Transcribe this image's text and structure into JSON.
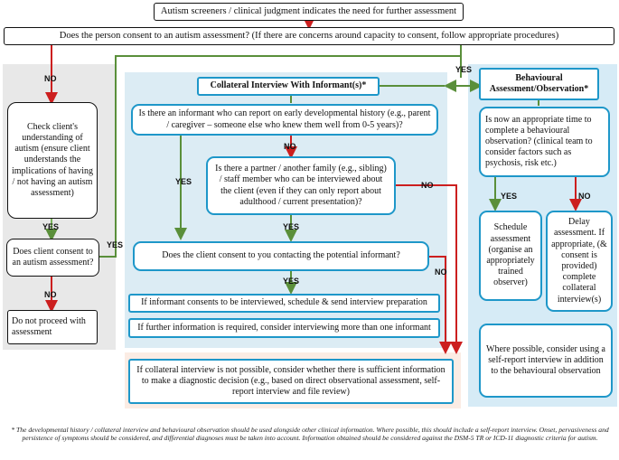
{
  "top_box": "Autism screeners / clinical judgment indicates the need for further assessment",
  "consent_box": "Does the person consent to an autism assessment? (If there are concerns around capacity to consent, follow appropriate procedures)",
  "left": {
    "check": "Check client's understanding of autism (ensure client understands the implications of having / not having an autism assessment)",
    "consent_again": "Does client consent to an autism assessment?",
    "stop": "Do not proceed with assessment"
  },
  "collateral": {
    "title": "Collateral Interview With Informant(s)*",
    "informant_q": "Is there an informant who can report on early developmental history (e.g., parent / caregiver – someone else who knew them well from 0-5 years)?",
    "partner_q": "Is there a partner / another family (e.g., sibling) / staff member who can be interviewed about the client (even if they can only report about adulthood / current presentation)?",
    "contact_q": "Does the client consent to you contacting the potential informant?",
    "schedule": "If informant consents to be interviewed, schedule & send interview preparation",
    "more": "If further information is required, consider interviewing more than one informant",
    "not_possible": "If collateral interview is not possible, consider whether there is sufficient information to make a diagnostic decision (e.g., based on direct observational assessment, self-report interview and file review)"
  },
  "behavioural": {
    "title": "Behavioural Assessment/Observation*",
    "time_q": "Is now an appropriate time to complete a behavioural observation? (clinical team to consider factors such as psychosis, risk etc.)",
    "schedule": "Schedule assessment (organise an appropriately trained observer)",
    "delay": "Delay assessment. If appropriate, (& consent is provided) complete collateral interview(s)",
    "self_report": "Where possible, consider using a self-report interview in addition to the behavioural observation"
  },
  "labels": {
    "yes": "YES",
    "no": "NO"
  },
  "footnote": "* The developmental history / collateral interview and behavioural observation should be used alongside other clinical information. Where possible, this should include a self-report interview. Onset, pervasiveness and persistence of symptoms should be considered, and differential diagnoses must be taken into account. Information obtained should be considered against the DSM-5 TR or ICD-11 diagnostic criteria for autism.",
  "colors": {
    "yes_arrow": "#5a8f3a",
    "no_arrow": "#cc1f1f",
    "box_border": "#1e97c9",
    "left_panel": "#e8e8e8",
    "center_panel": "#dcecf4",
    "right_panel": "#d6ebf6",
    "bottom_panel": "#fbece4"
  }
}
